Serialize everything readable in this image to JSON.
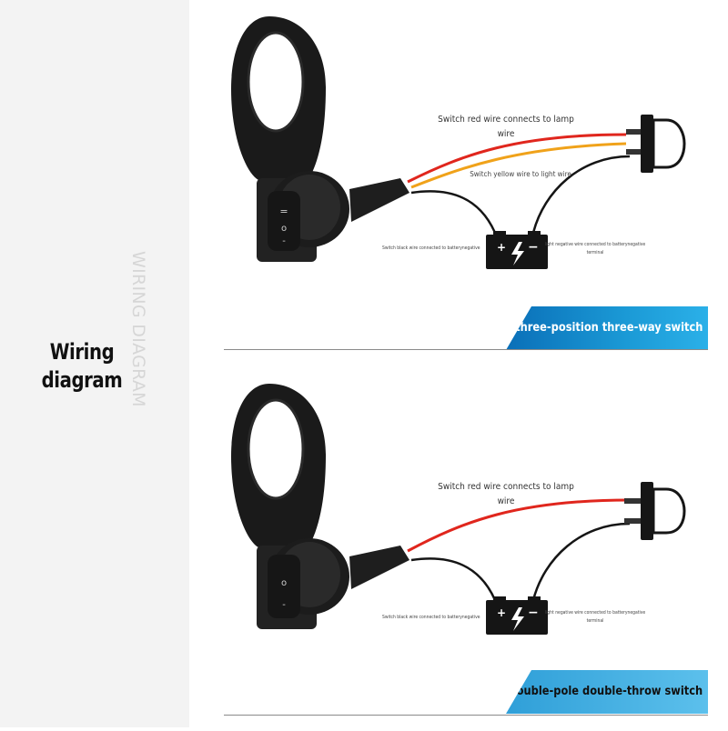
{
  "sidebar": {
    "title_line1": "Wiring",
    "title_line2": "diagram",
    "vertical_text": "WIRING DIAGRAM"
  },
  "panels": [
    {
      "red_wire_label_line1": "Switch red wire connects to lamp",
      "red_wire_label_line2": "wire",
      "yellow_wire_label": "Switch yellow wire to light wire",
      "black_wire_label": "Switch black wire connected to batterynegative",
      "light_negative_label_line1": "light negative wire connected to batterynegative",
      "light_negative_label_line2": "terminal",
      "switch_type": "three-position three-way switch"
    },
    {
      "red_wire_label_line1": "Switch red wire connects to lamp",
      "red_wire_label_line2": "wire",
      "black_wire_label": "Switch black wire connected to batterynegative",
      "light_negative_label_line1": "light negative wire connected to batterynegative",
      "light_negative_label_line2": "terminal",
      "switch_type": "Double-pole double-throw switch"
    }
  ],
  "colors": {
    "red_wire": "#e0261d",
    "yellow_wire": "#f0a21a",
    "black_wire": "#151515",
    "banner_blue": "#1b8fd0"
  }
}
